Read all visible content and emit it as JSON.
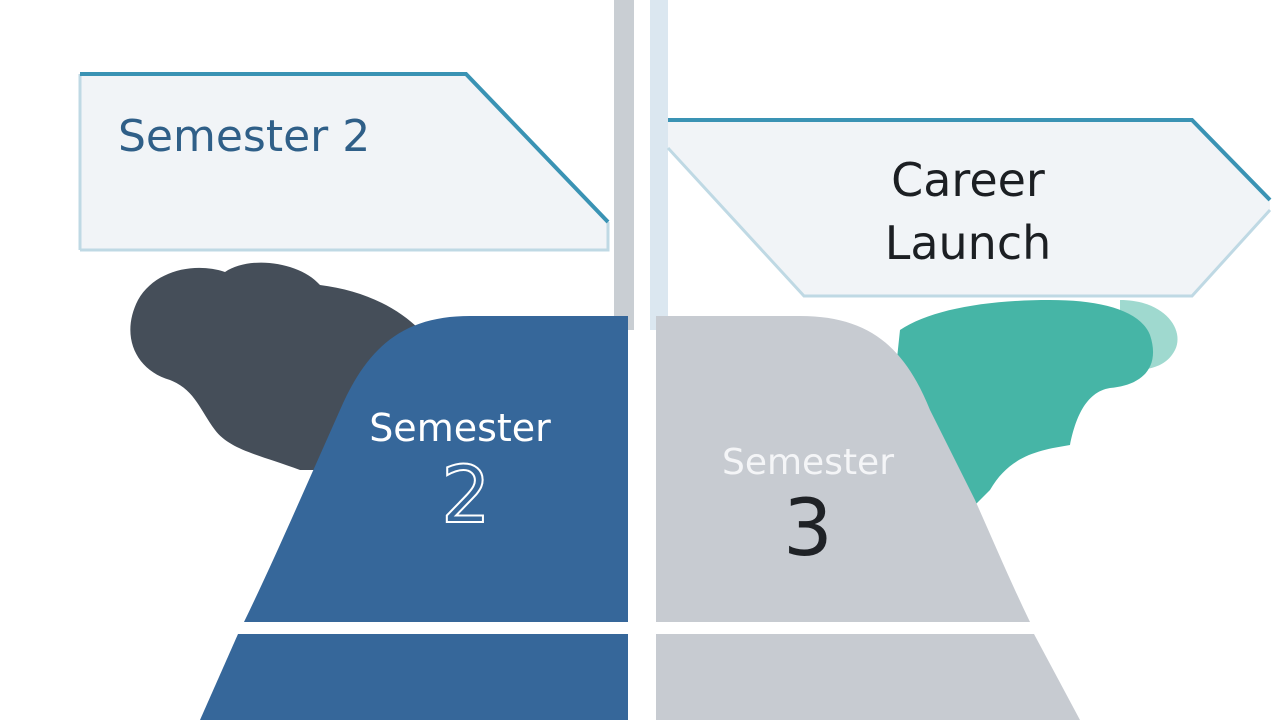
{
  "signs": {
    "left": {
      "label": "Semester 2"
    },
    "right": {
      "label_line1": "Career",
      "label_line2": "Launch"
    }
  },
  "blocks": {
    "left": {
      "label": "Semester",
      "number": "2"
    },
    "right": {
      "label": "Semester",
      "number": "3"
    }
  },
  "colors": {
    "dark_blob": "#454e59",
    "teal_blob": "#46b5a6",
    "teal_blob_light": "#9fd9cf",
    "blue_block": "#36679a",
    "grey_block": "#c7cbd1",
    "pole": "#c9ced3",
    "pole_light": "#dbe7f0",
    "sign_fill": "#f1f4f7",
    "sign_border": "#3a93b4",
    "sign_border_light": "#bfd9e4",
    "sign_text_left": "#2f5f88",
    "sign_text_right": "#1c1f23"
  }
}
